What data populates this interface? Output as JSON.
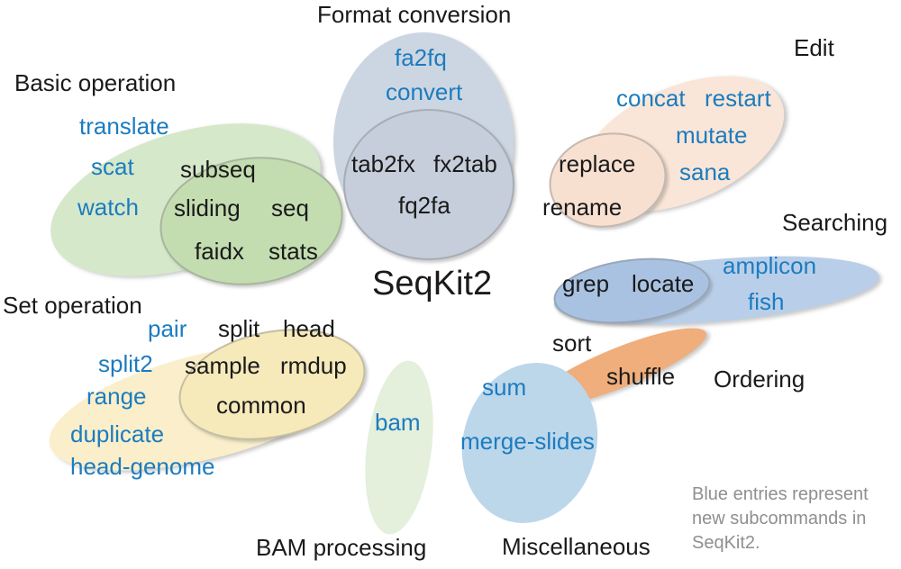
{
  "title": "SeqKit2",
  "note_lines": [
    "Blue entries represent",
    "new subcommands in",
    "SeqKit2."
  ],
  "colors": {
    "new_command": "#1c7cbf",
    "command": "#1a1a1a",
    "note_text": "#8f8f8f",
    "background": "#ffffff"
  },
  "groups": [
    {
      "label": "Basic operation",
      "new": [
        "translate",
        "scat",
        "watch"
      ],
      "old": [
        "subseq",
        "sliding",
        "seq",
        "faidx",
        "stats"
      ],
      "fill_outer": "#d6e8ca",
      "fill_inner": "#c3ddb1"
    },
    {
      "label": "Format conversion",
      "new": [
        "fa2fq",
        "convert"
      ],
      "old": [
        "tab2fx",
        "fx2tab",
        "fq2fa"
      ],
      "fill_outer": "#ccd6e2",
      "fill_inner": "#c5ceda"
    },
    {
      "label": "Edit",
      "new": [
        "concat",
        "restart",
        "mutate",
        "sana"
      ],
      "old": [
        "replace",
        "rename"
      ],
      "fill_outer": "#fae6d8",
      "fill_inner": "#f8e0d1"
    },
    {
      "label": "Searching",
      "new": [
        "amplicon",
        "fish"
      ],
      "old": [
        "grep",
        "locate"
      ],
      "fill_outer": "#b9cfe9",
      "fill_inner": "#a9c2e2"
    },
    {
      "label": "Ordering",
      "new": [],
      "old": [
        "sort",
        "shuffle"
      ],
      "fill_outer": "#efae7b"
    },
    {
      "label": "Set operation",
      "new": [
        "pair",
        "split2",
        "range",
        "duplicate",
        "head-genome"
      ],
      "old": [
        "split",
        "head",
        "sample",
        "rmdup",
        "common"
      ],
      "fill_outer": "#faefca",
      "fill_inner": "#f6e9ba"
    },
    {
      "label": "BAM processing",
      "new": [
        "bam"
      ],
      "old": [],
      "fill_outer": "#e4efdc"
    },
    {
      "label": "Miscellaneous",
      "new": [
        "sum",
        "merge-slides"
      ],
      "old": [],
      "fill_outer": "#bdd7ea"
    }
  ]
}
